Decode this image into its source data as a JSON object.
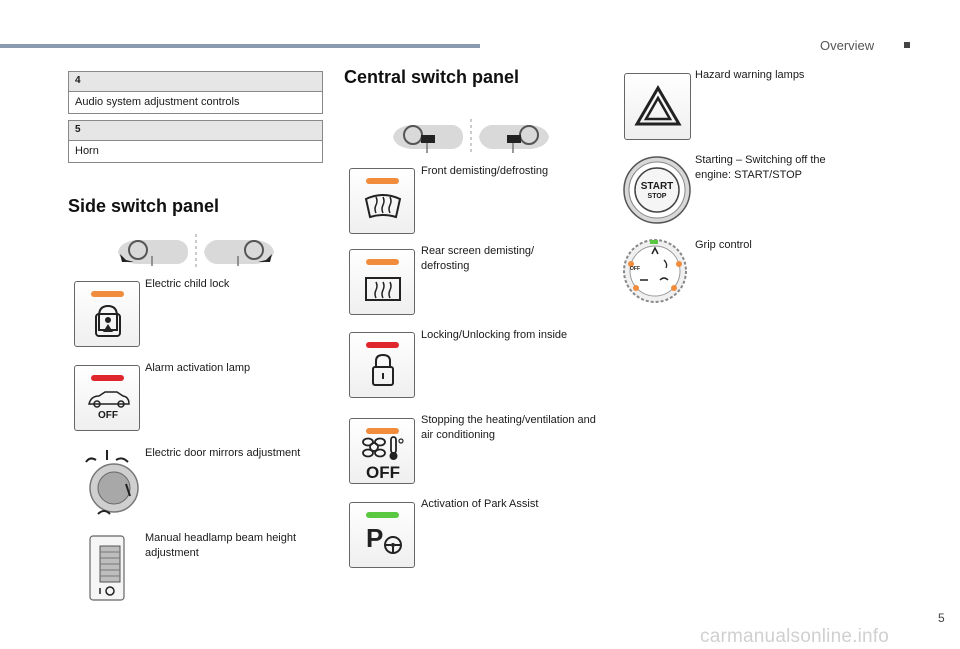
{
  "header": {
    "section_label": "Overview",
    "page_number": "5"
  },
  "watermark": "carmanualsonline.info",
  "tables": [
    {
      "number": "4",
      "text": "Audio system adjustment controls"
    },
    {
      "number": "5",
      "text": "Horn"
    }
  ],
  "side_panel": {
    "title": "Side switch panel",
    "items": [
      {
        "label": "Electric child lock",
        "icon": "child-lock-icon",
        "led": "orange"
      },
      {
        "label": "Alarm activation lamp",
        "icon": "alarm-off-icon",
        "led": "red",
        "icon_text": "OFF"
      },
      {
        "label": "Electric door mirrors adjustment",
        "icon": "mirror-adjust-icon"
      },
      {
        "label": "Manual headlamp beam height adjustment",
        "icon": "headlamp-height-icon"
      }
    ]
  },
  "central_panel": {
    "title": "Central switch panel",
    "items": [
      {
        "label": "Front demisting/defrosting",
        "icon": "front-defrost-icon",
        "led": "orange"
      },
      {
        "label": "Rear screen demisting/ defrosting",
        "icon": "rear-defrost-icon",
        "led": "orange"
      },
      {
        "label": "Locking/Unlocking from inside",
        "icon": "lock-icon",
        "led": "red"
      },
      {
        "label": "Stopping the heating/ventilation and air conditioning",
        "icon": "fan-off-icon",
        "led": "orange",
        "icon_text": "OFF"
      },
      {
        "label": "Activation of Park Assist",
        "icon": "park-assist-icon",
        "led": "green",
        "icon_text": "P"
      }
    ]
  },
  "right_column": {
    "items": [
      {
        "label": "Hazard warning lamps",
        "icon": "hazard-triangle-icon"
      },
      {
        "label": "Starting – Switching off the engine: START/STOP",
        "icon": "start-stop-button-icon",
        "icon_text_top": "START",
        "icon_text_bottom": "STOP"
      },
      {
        "label": "Grip control",
        "icon": "grip-control-dial-icon",
        "icon_text": "OFF"
      }
    ]
  },
  "colors": {
    "led_orange": "#f08c3c",
    "led_red": "#e0262d",
    "led_green": "#5ac840",
    "accent_bar": "#8a9bb0"
  }
}
